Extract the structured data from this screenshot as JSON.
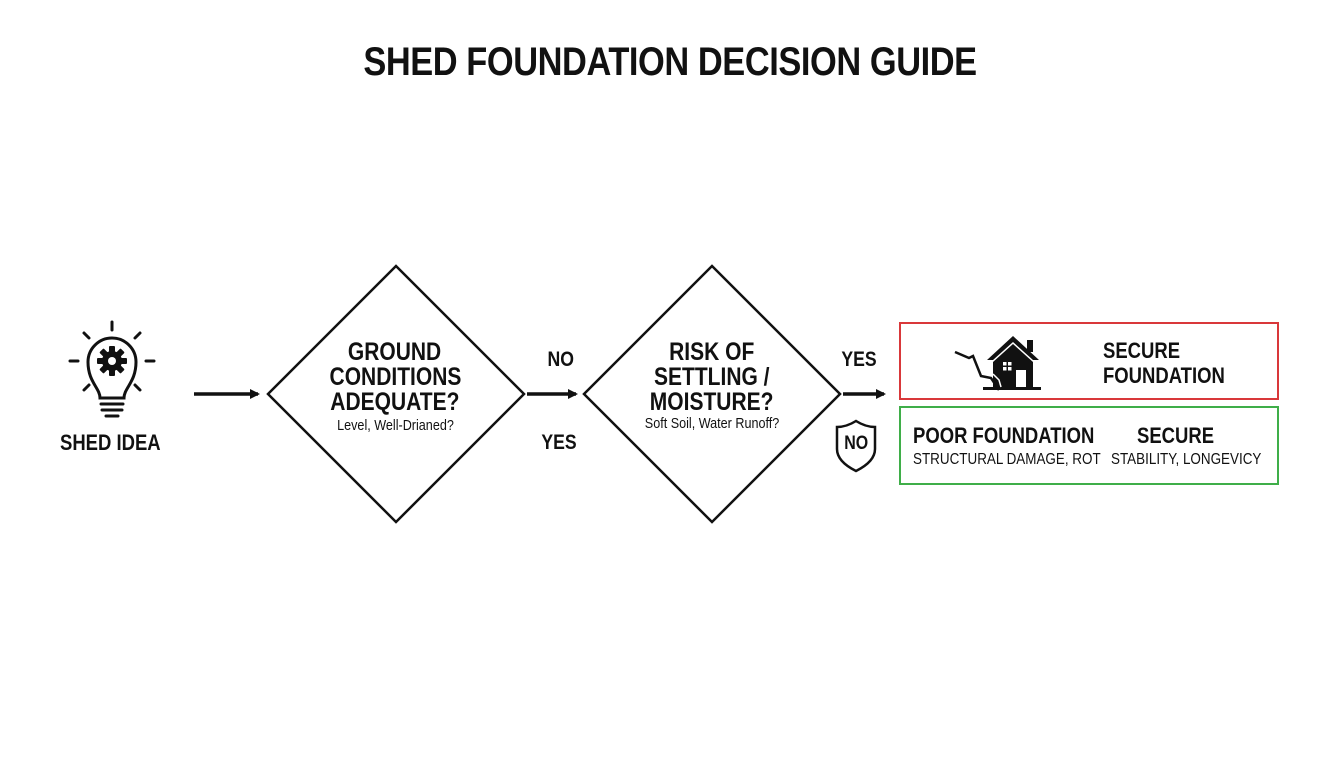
{
  "title": "SHED FOUNDATION DECISION GUIDE",
  "start": {
    "icon": "lightbulb-gear-icon",
    "label": "SHED IDEA"
  },
  "decision1": {
    "question_lines": [
      "GROUND",
      "CONDITIONS",
      "ADEQUATE?"
    ],
    "hint": "Level, Well-Drianed?",
    "branch_top": "NO",
    "branch_bottom": "YES"
  },
  "decision2": {
    "question_lines": [
      "RISK OF",
      "SETTLING /",
      "MOISTURE?"
    ],
    "hint": "Soft Soil, Water Runoff?",
    "branch_top": "YES",
    "branch_bottom_badge": "NO",
    "badge_icon": "shield-icon"
  },
  "outcome_red": {
    "icon": "cracked-house-icon",
    "lines": [
      "SECURE",
      "FOUNDATION"
    ],
    "border_color": "#d9383a"
  },
  "outcome_green": {
    "left_title": "POOR FOUNDATION",
    "left_sub": "STRUCTURAL DAMAGE, ROT",
    "right_title": "SECURE",
    "right_sub": "STABILITY, LONGEVICY",
    "border_color": "#3fae49"
  }
}
